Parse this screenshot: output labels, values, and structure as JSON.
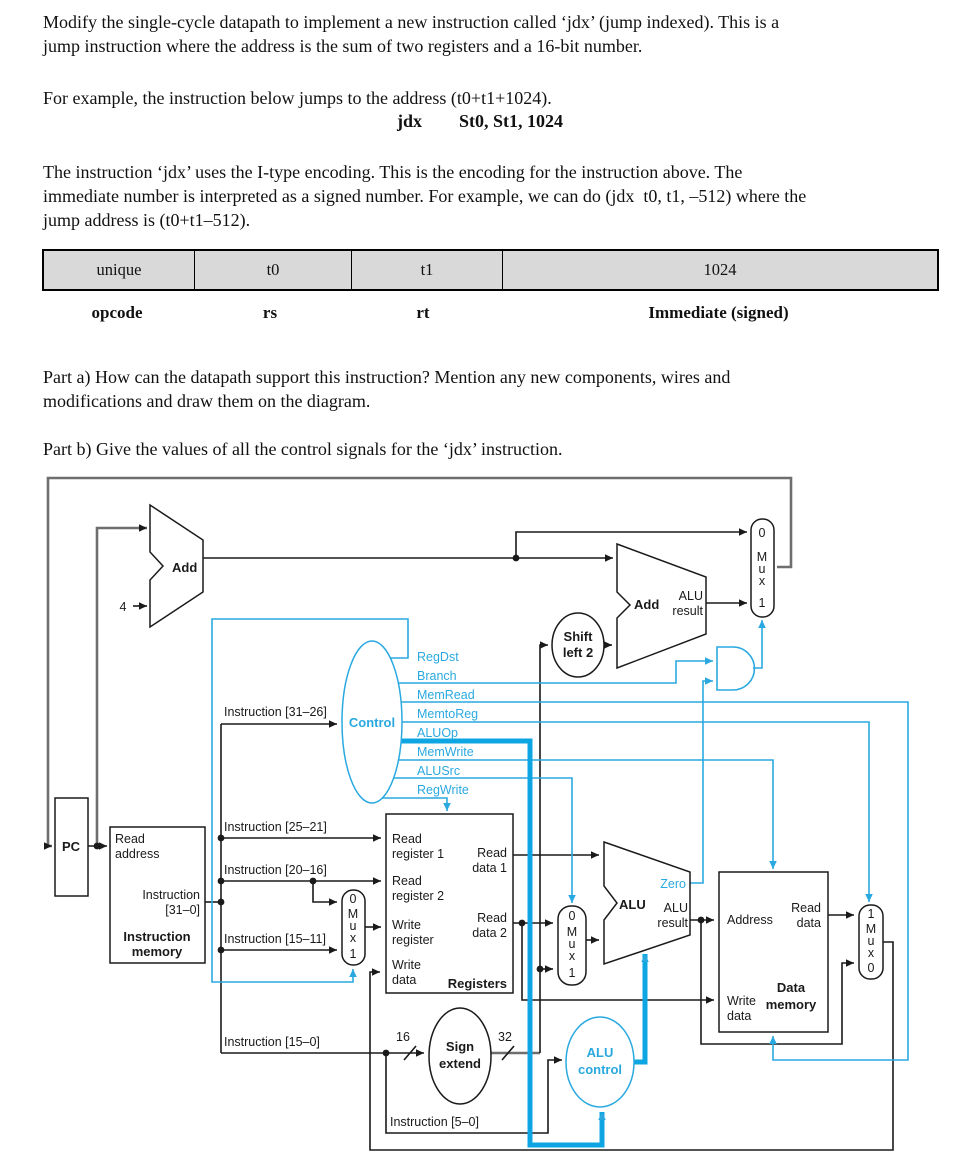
{
  "accent_color": "#2aa9e0",
  "table_fill": "#d9d9d9",
  "intro": {
    "l1": "Modify the single-cycle datapath to implement a new instruction called ‘jdx’ (jump indexed). This is a",
    "l2": "jump instruction where the address is the sum of two registers and a 16-bit number."
  },
  "example": {
    "lead": "For example, the instruction below jumps to the address (t0+t1+1024).",
    "mnemonic": "jdx",
    "operands": "St0, St1, 1024"
  },
  "encoding_text": {
    "l1": "The instruction ‘jdx’ uses the I-type encoding. This is the encoding for the instruction above. The",
    "l2": "immediate number is interpreted as a signed number. For example, we can do (jdx  t0, t1, –512) where the",
    "l3": "jump address is (t0+t1–512)."
  },
  "table": {
    "values": [
      "unique",
      "t0",
      "t1",
      "1024"
    ],
    "labels": [
      "opcode",
      "rs",
      "rt",
      "Immediate (signed)"
    ]
  },
  "part_a": {
    "l1": "Part a) How can the datapath support this instruction? Mention any new components, wires and",
    "l2": "modifications and draw them on the diagram."
  },
  "part_b": "Part b) Give the values of all the control signals for the ‘jdx’ instruction.",
  "diagram": {
    "pc": "PC",
    "add_label": "Add",
    "four": "4",
    "bits16": "16",
    "bits32": "32",
    "imem": {
      "read": "Read",
      "address": "address",
      "instr": "Instruction",
      "range": "[31–0]",
      "name1": "Instruction",
      "name2": "memory"
    },
    "control_label": "Control",
    "signals": [
      "RegDst",
      "Branch",
      "MemRead",
      "MemtoReg",
      "ALUOp",
      "MemWrite",
      "ALUSrc",
      "RegWrite"
    ],
    "fields": {
      "f31": "Instruction [31–26]",
      "f25": "Instruction [25–21]",
      "f20": "Instruction [20–16]",
      "f15_11": "Instruction [15–11]",
      "f15_0": "Instruction [15–0]",
      "f5": "Instruction [5–0]"
    },
    "regs": {
      "rr1a": "Read",
      "rr1b": "register 1",
      "rr2a": "Read",
      "rr2b": "register 2",
      "wra": "Write",
      "wrb": "register",
      "wda": "Write",
      "wdb": "data",
      "rd1a": "Read",
      "rd1b": "data 1",
      "rd2a": "Read",
      "rd2b": "data 2",
      "name": "Registers"
    },
    "muxes": {
      "zero": "0",
      "one": "1",
      "m": "M",
      "u": "u",
      "x": "x"
    },
    "shift": {
      "l1": "Shift",
      "l2": "left 2"
    },
    "sign": {
      "l1": "Sign",
      "l2": "extend"
    },
    "branch_add": {
      "name": "Add",
      "r1": "ALU",
      "r2": "result"
    },
    "alu": {
      "name": "ALU",
      "zero": "Zero",
      "r1": "ALU",
      "r2": "result"
    },
    "alu_control": {
      "l1": "ALU",
      "l2": "control"
    },
    "dmem": {
      "address": "Address",
      "r1": "Read",
      "r2": "data",
      "w1": "Write",
      "w2": "data",
      "name1": "Data",
      "name2": "memory"
    }
  }
}
